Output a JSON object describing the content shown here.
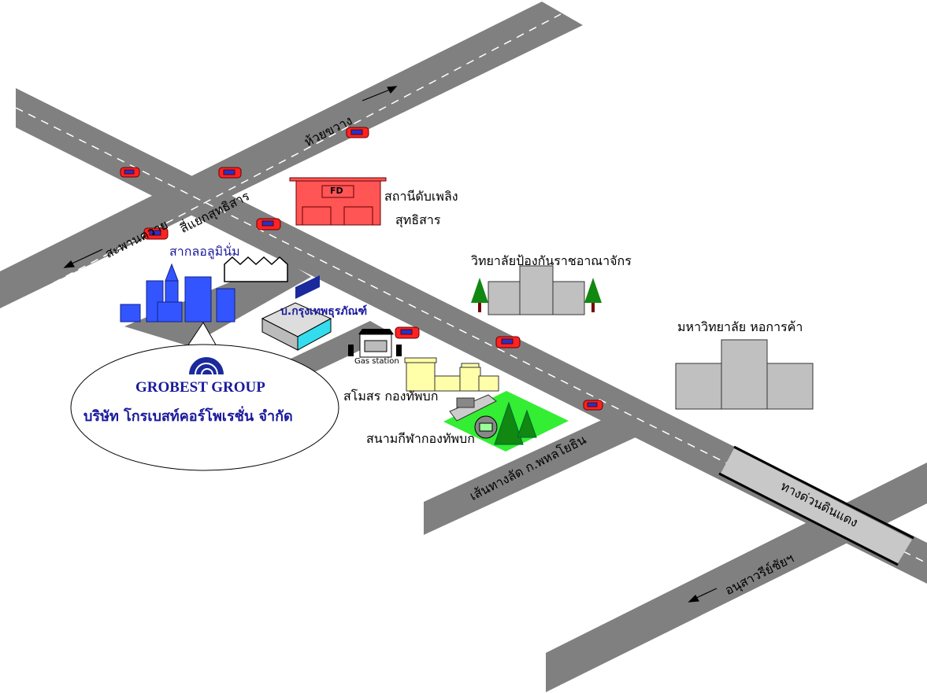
{
  "roads": {
    "huai_khwang": "ห้วยขวาง",
    "saphan_khwai": "สะพานควาย",
    "sutthisan_junction": "สี่แยกสุทธิสาร",
    "phahon_shortcut": "เส้นทางลัด ก.พหลโยธิน",
    "din_daeng_expressway": "ทางด่วนดินแดง",
    "victory_monument": "อนุสาวรีย์ชัยฯ"
  },
  "places": {
    "fire_station_sign": "FD",
    "fire_station_line1": "สถานีดับเพลิง",
    "fire_station_line2": "สุทธิสาร",
    "sakol_aluminium": "สากลอลูมินั่ม",
    "bangkok_thurakhan": "บ.กรุงเทพธุรภัณฑ์",
    "gas_station": "Gas station",
    "army_club": "สโมสร กองทัพบก",
    "army_stadium": "สนามกีฬากองทัพบก",
    "police_college": "วิทยาลัยป้องกันราชอาณาจักร",
    "utcc": "มหาวิทยาลัย หอการค้า"
  },
  "company": {
    "name_en": "GROBEST GROUP",
    "name_th": "บริษัท โกรเบสท์คอร์โพเรชั่น จำกัด"
  },
  "colors": {
    "road": "#808080",
    "car": "#ff0000",
    "fire_station": "#ff5555",
    "buildings": "#3355ff",
    "grass": "#33ee33",
    "brand": "#1a1a9c"
  }
}
